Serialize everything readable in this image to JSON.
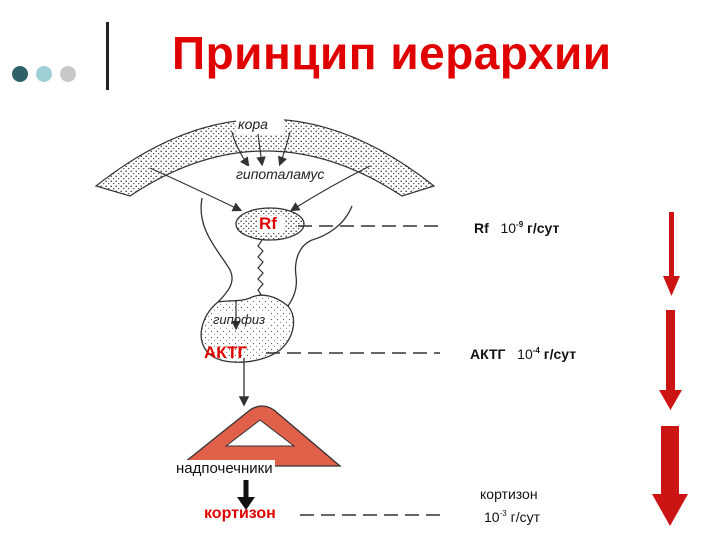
{
  "slide": {
    "title": "Принцип иерархии",
    "bullet_colors": [
      "#2f6268",
      "#9fd0d6",
      "#c8c8c8"
    ]
  },
  "diagram": {
    "cortex_label": "кора",
    "hypothalamus_label": "гипоталамус",
    "pituitary_label": "гипофиз",
    "adrenal_label": "надпочечники",
    "rf_label": "Rf",
    "actg_label": "АКТГ",
    "cortisone_label": "кортизон"
  },
  "levels": [
    {
      "name": "Rf",
      "base": "10",
      "exponent": "-9",
      "unit": "г/сут"
    },
    {
      "name": "АКТГ",
      "base": "10",
      "exponent": "-4",
      "unit": "г/сут"
    },
    {
      "name": "кортизон",
      "base": "10",
      "exponent": "-3",
      "unit": "г/сут"
    }
  ],
  "colors": {
    "accent_red": "#e00000",
    "arrow_red": "#cc1414",
    "gland_red": "#e0604a"
  }
}
